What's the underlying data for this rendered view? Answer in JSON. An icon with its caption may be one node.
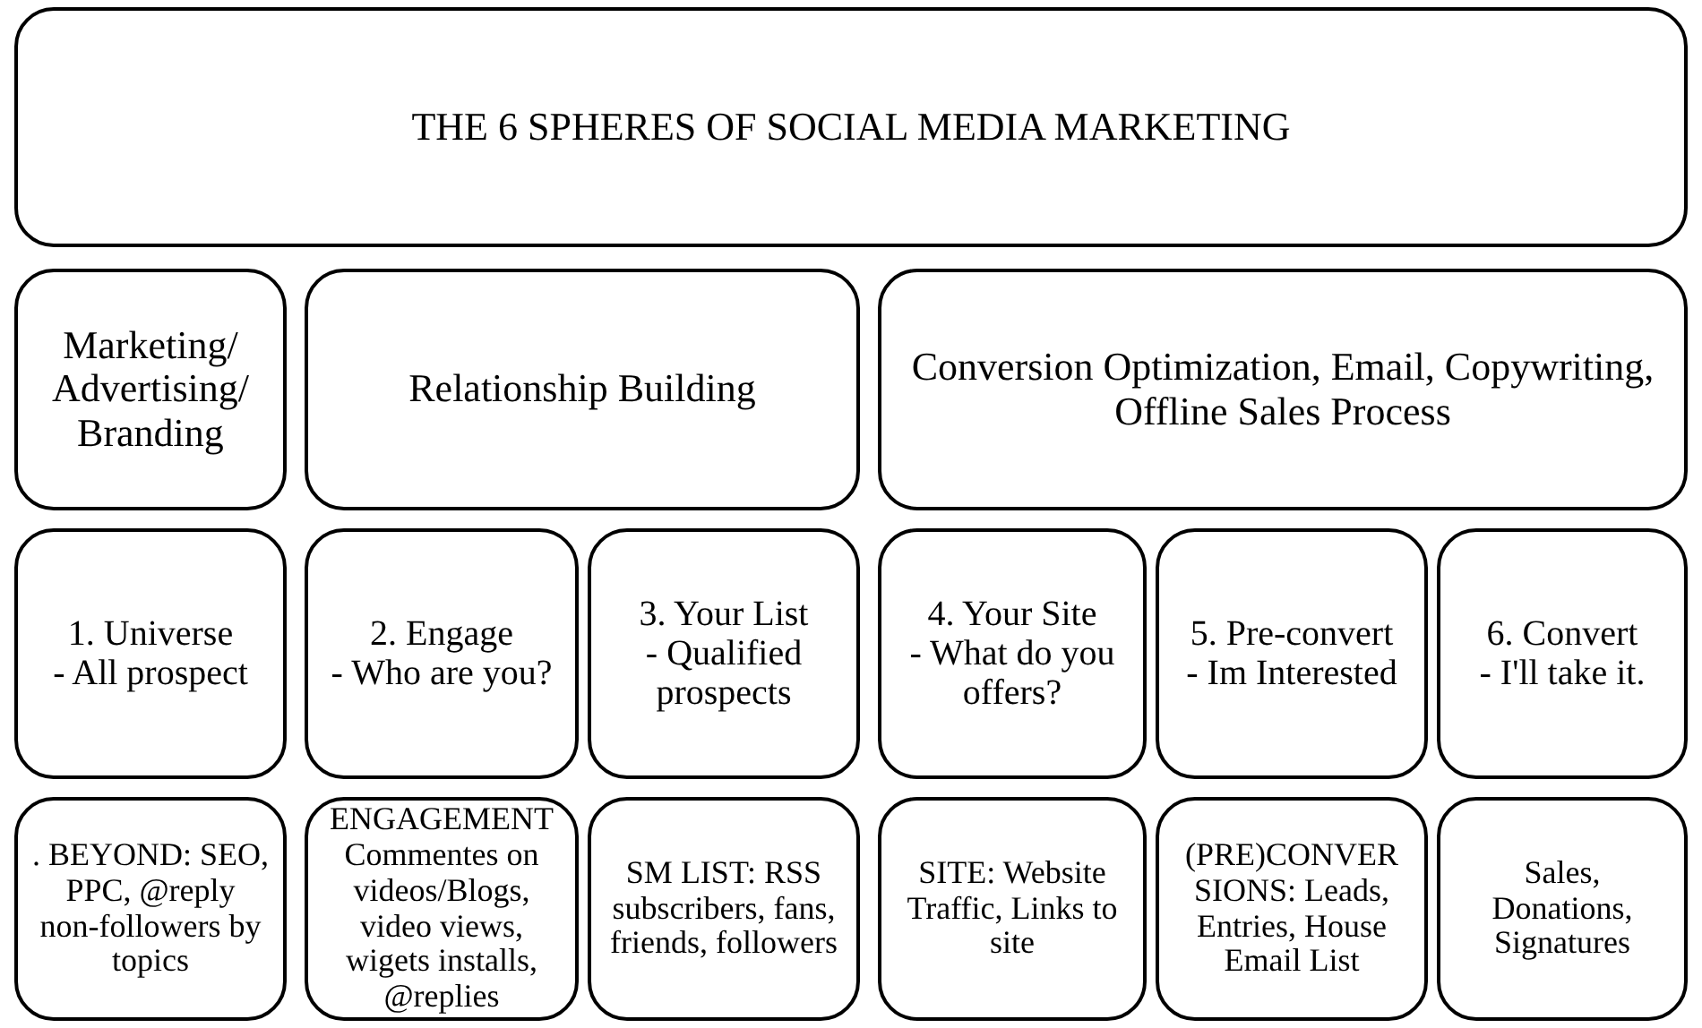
{
  "diagram": {
    "nodes": [
      {
        "text": [
          "THE 6 SPHERES OF SOCIAL MEDIA MARKETING"
        ]
      },
      {
        "text": [
          "Marketing/ Advertising/ Branding"
        ]
      },
      {
        "text": [
          "Relationship Building"
        ]
      },
      {
        "text": [
          "Conversion Optimization, Email, Copywriting, Offline Sales Process"
        ]
      },
      {
        "text": [
          "1.  Universe",
          "- All prospect"
        ]
      },
      {
        "text": [
          "2.  Engage",
          "- Who are you?"
        ]
      },
      {
        "text": [
          "3.  Your List",
          "- Qualified prospects"
        ]
      },
      {
        "text": [
          "4.  Your Site",
          "- What do you offers?"
        ]
      },
      {
        "text": [
          "5.  Pre-convert",
          "- Im Interested"
        ]
      },
      {
        "text": [
          "6.  Convert",
          "- I'll take it."
        ]
      },
      {
        "text": [
          ". BEYOND: SEO, PPC, @reply non-followers by topics"
        ]
      },
      {
        "text": [
          "ENGAGEMENT Commentes on videos/Blogs, video views, wigets installs, @replies"
        ]
      },
      {
        "text": [
          "SM LIST: RSS subscribers, fans, friends, followers"
        ]
      },
      {
        "text": [
          "SITE: Website Traffic, Links to site"
        ]
      },
      {
        "text": [
          "(PRE)CONVER SIONS: Leads, Entries, House Email List"
        ]
      },
      {
        "text": [
          "Sales, Donations, Signatures"
        ]
      }
    ]
  }
}
